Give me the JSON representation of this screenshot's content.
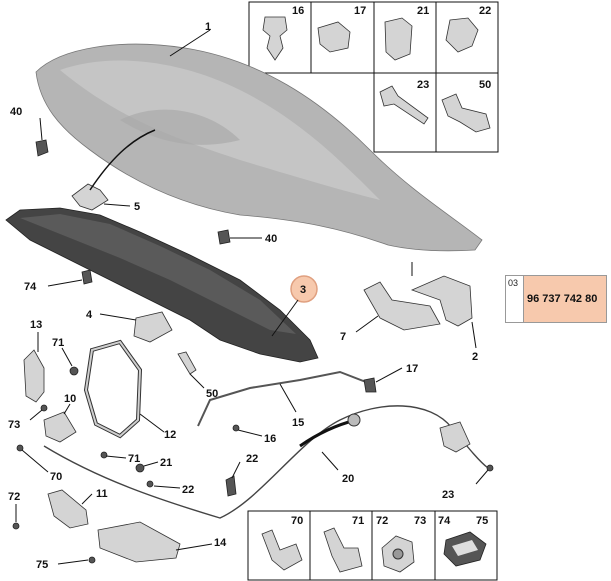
{
  "callouts": {
    "c1": "1",
    "c2": "2",
    "c3": "3",
    "c4": "4",
    "c5": "5",
    "c7": "7",
    "c10": "10",
    "c11": "11",
    "c12": "12",
    "c13": "13",
    "c14": "14",
    "c15": "15",
    "c16": "16",
    "c17": "17",
    "c20": "20",
    "c21": "21",
    "c22a": "22",
    "c22b": "22",
    "c23": "23",
    "c40a": "40",
    "c40b": "40",
    "c50": "50",
    "c70": "70",
    "c71a": "71",
    "c71b": "71",
    "c72": "72",
    "c73": "73",
    "c74": "74",
    "c75": "75"
  },
  "top_grid": {
    "cells": [
      "16",
      "17",
      "21",
      "22",
      "23",
      "50"
    ]
  },
  "bottom_grid": {
    "cells": [
      "70",
      "71",
      "72",
      "73",
      "74",
      "75"
    ]
  },
  "reference": {
    "code": "03",
    "part_number": "96 737 742 80"
  }
}
